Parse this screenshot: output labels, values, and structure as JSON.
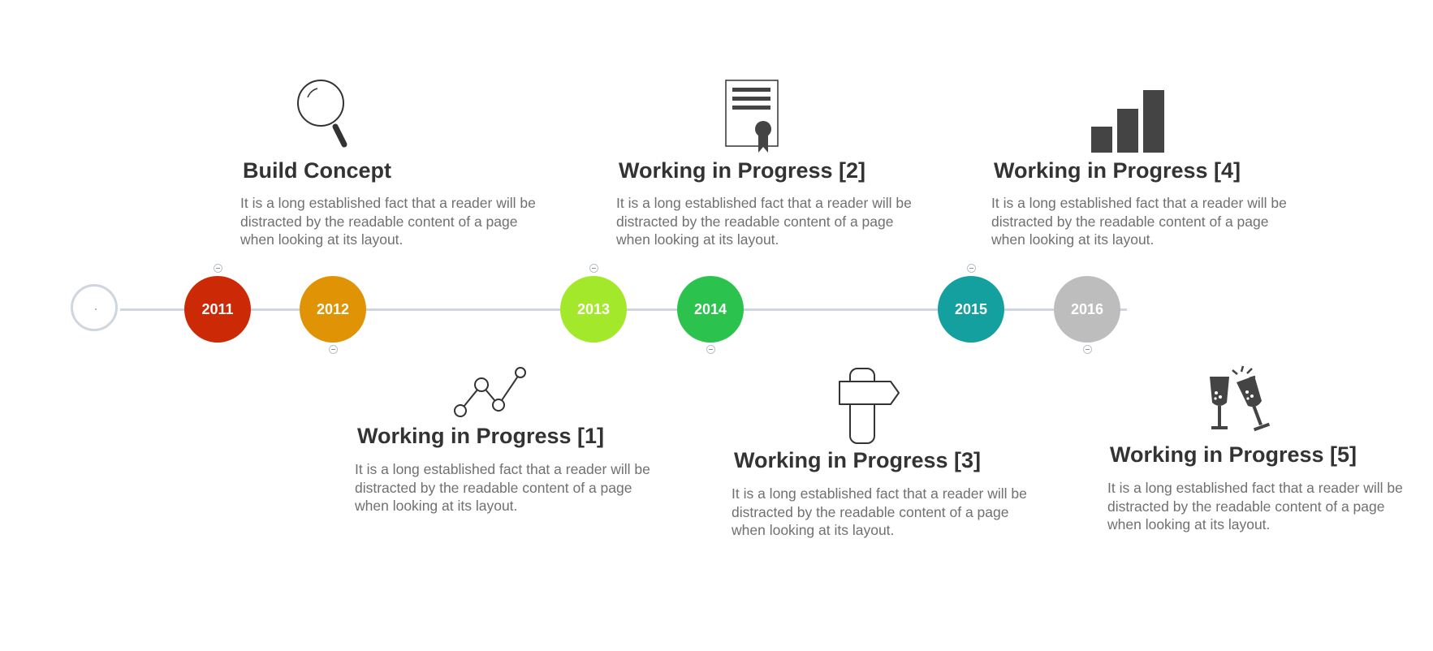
{
  "timeline": {
    "years": [
      {
        "label": "2011",
        "color": "#cc2a06"
      },
      {
        "label": "2012",
        "color": "#e09405"
      },
      {
        "label": "2013",
        "color": "#a4e82b"
      },
      {
        "label": "2014",
        "color": "#2bc24d"
      },
      {
        "label": "2015",
        "color": "#14a09e"
      },
      {
        "label": "2016",
        "color": "#bdbdbd"
      }
    ],
    "axis_color": "#cfd6de",
    "start_marker": "·"
  },
  "milestones": [
    {
      "title": "Build Concept",
      "description": "It is a long established fact that a reader will be distracted by the readable content of a page when looking at its layout.",
      "icon": "magnifier-icon"
    },
    {
      "title": "Working in Progress [1]",
      "description": "It is a long established fact that a reader will be distracted by the readable content of a page when looking at its layout.",
      "icon": "line-graph-icon"
    },
    {
      "title": "Working in Progress [2]",
      "description": "It is a long established fact that a reader will be distracted by the readable content of a page when looking at its layout.",
      "icon": "certificate-icon"
    },
    {
      "title": "Working in Progress [3]",
      "description": "It is a long established fact that a reader will be distracted by the readable content of a page when looking at its layout.",
      "icon": "signpost-icon"
    },
    {
      "title": "Working in Progress [4]",
      "description": "It is a long established fact that a reader will be distracted by the readable content of a page when looking at its layout.",
      "icon": "bar-chart-icon"
    },
    {
      "title": "Working in Progress [5]",
      "description": "It is a long established fact that a reader will be distracted by the readable content of a page when looking at its layout.",
      "icon": "champagne-toast-icon"
    }
  ]
}
